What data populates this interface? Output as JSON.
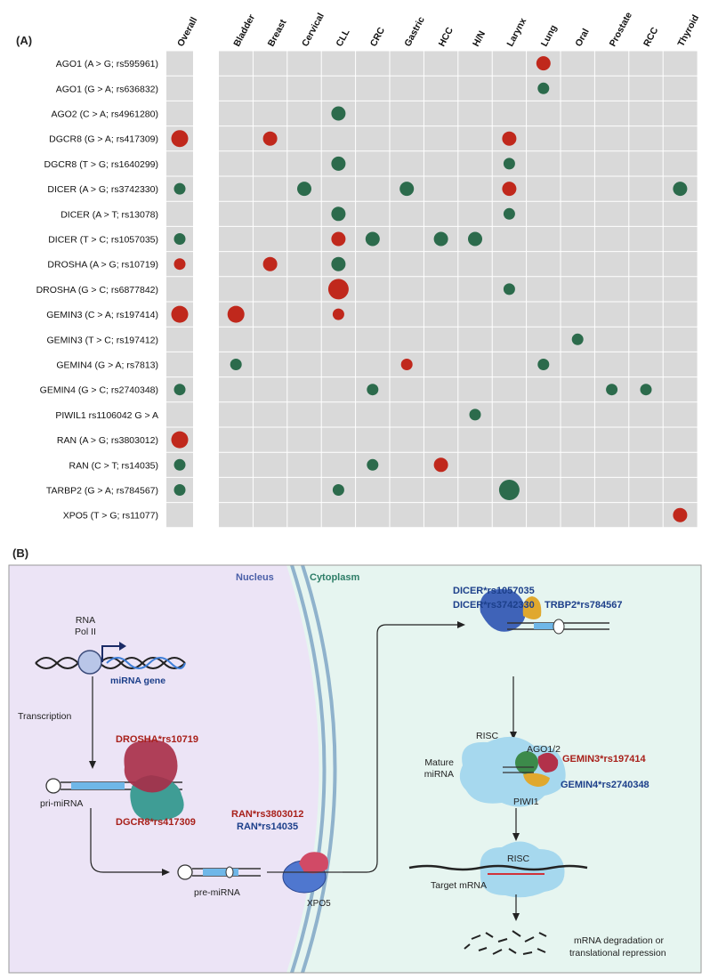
{
  "panel_a": {
    "label": "(A)",
    "columns": [
      "Overall",
      "Bladder",
      "Breast",
      "Cervical",
      "CLL",
      "CRC",
      "Gastric",
      "HCC",
      "H/N",
      "Larynx",
      "Lung",
      "Oral",
      "Prostate",
      "RCC",
      "Thyroid"
    ],
    "rows": [
      "AGO1 (A > G; rs595961)",
      "AGO1 (G > A; rs636832)",
      "AGO2 (C > A; rs4961280)",
      "DGCR8 (G > A; rs417309)",
      "DGCR8 (T > G; rs1640299)",
      "DICER (A > G; rs3742330)",
      "DICER (A > T; rs13078)",
      "DICER (T > C; rs1057035)",
      "DROSHA (A > G; rs10719)",
      "DROSHA (G > C; rs6877842)",
      "GEMIN3 (C > A; rs197414)",
      "GEMIN3 (T > C; rs197412)",
      "GEMIN4 (G > A; rs7813)",
      "GEMIN4 (G > C; rs2740348)",
      "PIWIL1 rs1106042 G > A",
      "RAN (A > G; rs3803012)",
      "RAN (C > T; rs14035)",
      "TARBP2 (G > A; rs784567)",
      "XPO5 (T > G; rs11077)"
    ],
    "colors": {
      "red": "#c0281c",
      "green": "#2c6b4c",
      "cell": "#d9d9d9",
      "grid": "#ffffff"
    },
    "dots": [
      {
        "row": 0,
        "col": 10,
        "color": "red",
        "size": "m"
      },
      {
        "row": 1,
        "col": 10,
        "color": "green",
        "size": "s"
      },
      {
        "row": 2,
        "col": 4,
        "color": "green",
        "size": "m"
      },
      {
        "row": 3,
        "col": 0,
        "color": "red",
        "size": "l"
      },
      {
        "row": 3,
        "col": 2,
        "color": "red",
        "size": "m"
      },
      {
        "row": 3,
        "col": 9,
        "color": "red",
        "size": "m"
      },
      {
        "row": 4,
        "col": 4,
        "color": "green",
        "size": "m"
      },
      {
        "row": 4,
        "col": 9,
        "color": "green",
        "size": "s"
      },
      {
        "row": 5,
        "col": 0,
        "color": "green",
        "size": "s"
      },
      {
        "row": 5,
        "col": 3,
        "color": "green",
        "size": "m"
      },
      {
        "row": 5,
        "col": 6,
        "color": "green",
        "size": "m"
      },
      {
        "row": 5,
        "col": 9,
        "color": "red",
        "size": "m"
      },
      {
        "row": 5,
        "col": 14,
        "color": "green",
        "size": "m"
      },
      {
        "row": 6,
        "col": 4,
        "color": "green",
        "size": "m"
      },
      {
        "row": 6,
        "col": 9,
        "color": "green",
        "size": "s"
      },
      {
        "row": 7,
        "col": 0,
        "color": "green",
        "size": "s"
      },
      {
        "row": 7,
        "col": 4,
        "color": "red",
        "size": "m"
      },
      {
        "row": 7,
        "col": 5,
        "color": "green",
        "size": "m"
      },
      {
        "row": 7,
        "col": 7,
        "color": "green",
        "size": "m"
      },
      {
        "row": 7,
        "col": 8,
        "color": "green",
        "size": "m"
      },
      {
        "row": 8,
        "col": 0,
        "color": "red",
        "size": "s"
      },
      {
        "row": 8,
        "col": 2,
        "color": "red",
        "size": "m"
      },
      {
        "row": 8,
        "col": 4,
        "color": "green",
        "size": "m"
      },
      {
        "row": 9,
        "col": 4,
        "color": "red",
        "size": "xl"
      },
      {
        "row": 9,
        "col": 9,
        "color": "green",
        "size": "s"
      },
      {
        "row": 10,
        "col": 0,
        "color": "red",
        "size": "l"
      },
      {
        "row": 10,
        "col": 1,
        "color": "red",
        "size": "l"
      },
      {
        "row": 10,
        "col": 4,
        "color": "red",
        "size": "s"
      },
      {
        "row": 11,
        "col": 11,
        "color": "green",
        "size": "s"
      },
      {
        "row": 12,
        "col": 1,
        "color": "green",
        "size": "s"
      },
      {
        "row": 12,
        "col": 6,
        "color": "red",
        "size": "s"
      },
      {
        "row": 12,
        "col": 10,
        "color": "green",
        "size": "s"
      },
      {
        "row": 13,
        "col": 0,
        "color": "green",
        "size": "s"
      },
      {
        "row": 13,
        "col": 5,
        "color": "green",
        "size": "s"
      },
      {
        "row": 13,
        "col": 12,
        "color": "green",
        "size": "s"
      },
      {
        "row": 13,
        "col": 13,
        "color": "green",
        "size": "s"
      },
      {
        "row": 14,
        "col": 8,
        "color": "green",
        "size": "s"
      },
      {
        "row": 15,
        "col": 0,
        "color": "red",
        "size": "l"
      },
      {
        "row": 16,
        "col": 0,
        "color": "green",
        "size": "s"
      },
      {
        "row": 16,
        "col": 5,
        "color": "green",
        "size": "s"
      },
      {
        "row": 16,
        "col": 7,
        "color": "red",
        "size": "m"
      },
      {
        "row": 17,
        "col": 0,
        "color": "green",
        "size": "s"
      },
      {
        "row": 17,
        "col": 4,
        "color": "green",
        "size": "s"
      },
      {
        "row": 17,
        "col": 9,
        "color": "green",
        "size": "xl"
      },
      {
        "row": 18,
        "col": 14,
        "color": "red",
        "size": "m"
      }
    ]
  },
  "panel_b": {
    "label": "(B)",
    "nucleus": "Nucleus",
    "cytoplasm": "Cytoplasm",
    "rna_pol": [
      "RNA",
      "Pol II"
    ],
    "mirna_gene": "miRNA gene",
    "transcription": "Transcription",
    "drosha": "DROSHA*rs10719",
    "dgcr8": "DGCR8*rs417309",
    "pri_mirna": "pri-miRNA",
    "pre_mirna": "pre-miRNA",
    "ran1": "RAN*rs3803012",
    "ran2": "RAN*rs14035",
    "xpo5": "XPO5",
    "dicer1": "DICER*rs1057035",
    "dicer2": "DICER*rs3742330",
    "trbp2": "TRBP2*rs784567",
    "risc": "RISC",
    "ago": "AGO1/2",
    "mature": [
      "Mature",
      "miRNA"
    ],
    "gemin3": "GEMIN3*rs197414",
    "gemin4": "GEMIN4*rs2740348",
    "piwi": "PIWI1",
    "target": "Target mRNA",
    "risc2": "RISC",
    "degradation": [
      "mRNA degradation or",
      "translational repression"
    ],
    "colors": {
      "nucleus_bg": "#ece4f6",
      "cyto_bg": "#e6f5f0",
      "red_label": "#a8201a",
      "blue_label": "#1c3f8a",
      "membrane": "#8fb2cc"
    }
  }
}
